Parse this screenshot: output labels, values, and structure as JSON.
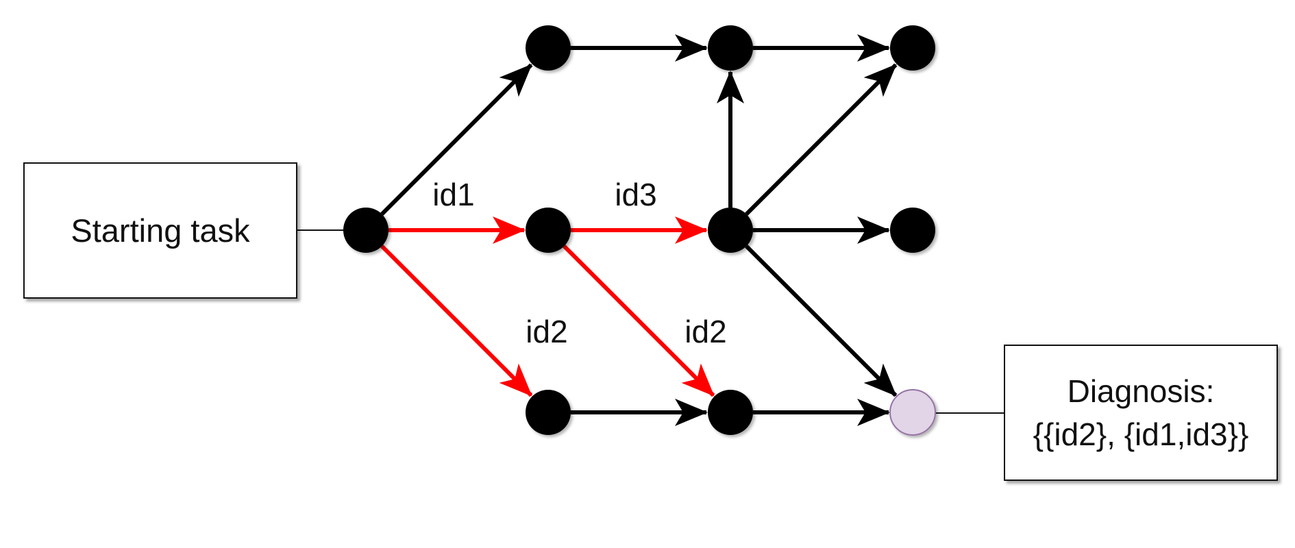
{
  "start_box": {
    "label": "Starting task"
  },
  "diagnosis_box": {
    "line1": "Diagnosis:",
    "line2": "{{id2}, {id1,id3}}"
  },
  "colors": {
    "edge_default": "#000000",
    "edge_highlight": "#ff0000",
    "node_fill": "#000000",
    "target_node_fill": "#e1d5e7",
    "target_node_stroke": "#9673a6"
  },
  "nodes": [
    {
      "id": "root"
    },
    {
      "id": "c1-top"
    },
    {
      "id": "c1-mid"
    },
    {
      "id": "c1-bot"
    },
    {
      "id": "c2-top"
    },
    {
      "id": "c2-mid"
    },
    {
      "id": "c2-bot"
    },
    {
      "id": "c3-top"
    },
    {
      "id": "c3-mid"
    },
    {
      "id": "target",
      "style": "target"
    }
  ],
  "edges": [
    {
      "from": "root",
      "to": "c1-top",
      "highlight": false,
      "label": ""
    },
    {
      "from": "root",
      "to": "c1-mid",
      "highlight": true,
      "label": "id1"
    },
    {
      "from": "root",
      "to": "c1-bot",
      "highlight": true,
      "label": "id2"
    },
    {
      "from": "c1-top",
      "to": "c2-top",
      "highlight": false,
      "label": ""
    },
    {
      "from": "c1-mid",
      "to": "c2-mid",
      "highlight": true,
      "label": "id3"
    },
    {
      "from": "c1-mid",
      "to": "c2-bot",
      "highlight": true,
      "label": "id2"
    },
    {
      "from": "c1-bot",
      "to": "c2-bot",
      "highlight": false,
      "label": ""
    },
    {
      "from": "c2-top",
      "to": "c3-top",
      "highlight": false,
      "label": ""
    },
    {
      "from": "c2-mid",
      "to": "c2-top",
      "highlight": false,
      "label": ""
    },
    {
      "from": "c2-mid",
      "to": "c3-top",
      "highlight": false,
      "label": ""
    },
    {
      "from": "c2-mid",
      "to": "c3-mid",
      "highlight": false,
      "label": ""
    },
    {
      "from": "c2-mid",
      "to": "target",
      "highlight": false,
      "label": ""
    },
    {
      "from": "c2-bot",
      "to": "target",
      "highlight": false,
      "label": ""
    }
  ]
}
